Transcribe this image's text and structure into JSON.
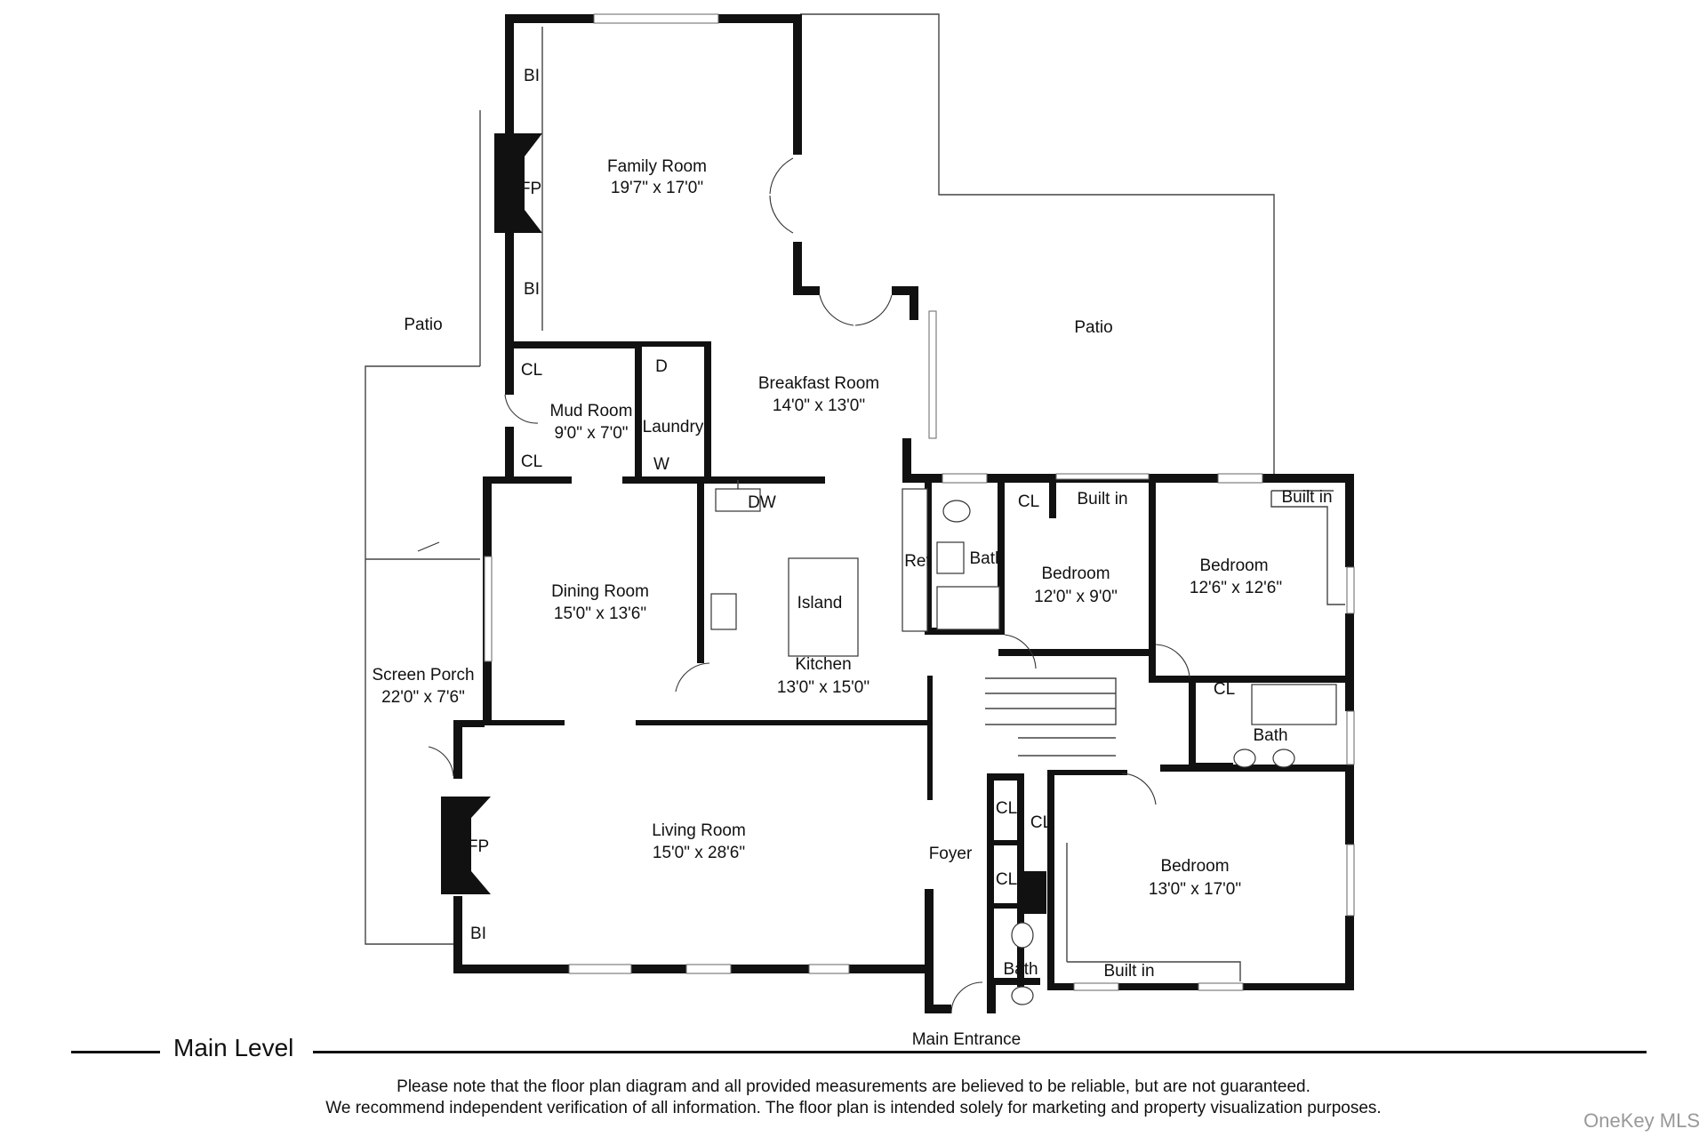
{
  "rooms": {
    "family_room": {
      "name": "Family Room",
      "dims": "19'7\" x 17'0\""
    },
    "breakfast_room": {
      "name": "Breakfast Room",
      "dims": "14'0\" x 13'0\""
    },
    "mud_room": {
      "name": "Mud Room",
      "dims": "9'0\" x 7'0\""
    },
    "laundry": {
      "name": "Laundry"
    },
    "dining_room": {
      "name": "Dining Room",
      "dims": "15'0\" x 13'6\""
    },
    "kitchen": {
      "name": "Kitchen",
      "dims": "13'0\" x 15'0\""
    },
    "island": {
      "name": "Island"
    },
    "living_room": {
      "name": "Living Room",
      "dims": "15'0\" x 28'6\""
    },
    "screen_porch": {
      "name": "Screen Porch",
      "dims": "22'0\" x 7'6\""
    },
    "patio_left": {
      "name": "Patio"
    },
    "patio_right": {
      "name": "Patio"
    },
    "foyer": {
      "name": "Foyer"
    },
    "bedroom_1": {
      "name": "Bedroom",
      "dims": "12'0\" x 9'0\""
    },
    "bedroom_2": {
      "name": "Bedroom",
      "dims": "12'6\" x 12'6\""
    },
    "bedroom_3": {
      "name": "Bedroom",
      "dims": "13'0\" x 17'0\""
    },
    "bath_1": {
      "name": "Bath"
    },
    "bath_2": {
      "name": "Bath"
    },
    "bath_3": {
      "name": "Bath"
    },
    "main_entrance": {
      "name": "Main Entrance"
    }
  },
  "features": {
    "bi": "BI",
    "fp": "FP",
    "cl": "CL",
    "dryer": "D",
    "washer": "W",
    "dishwasher": "DW",
    "ref": "Ref",
    "built_in": "Built in"
  },
  "footer": {
    "level_title": "Main Level",
    "disclaimer_1": "Please note that the floor plan diagram and all provided measurements are believed to be reliable, but are not guaranteed.",
    "disclaimer_2": "We recommend independent verification of all information. The floor plan is intended solely for marketing and property visualization purposes.",
    "brand": "OneKey MLS"
  }
}
